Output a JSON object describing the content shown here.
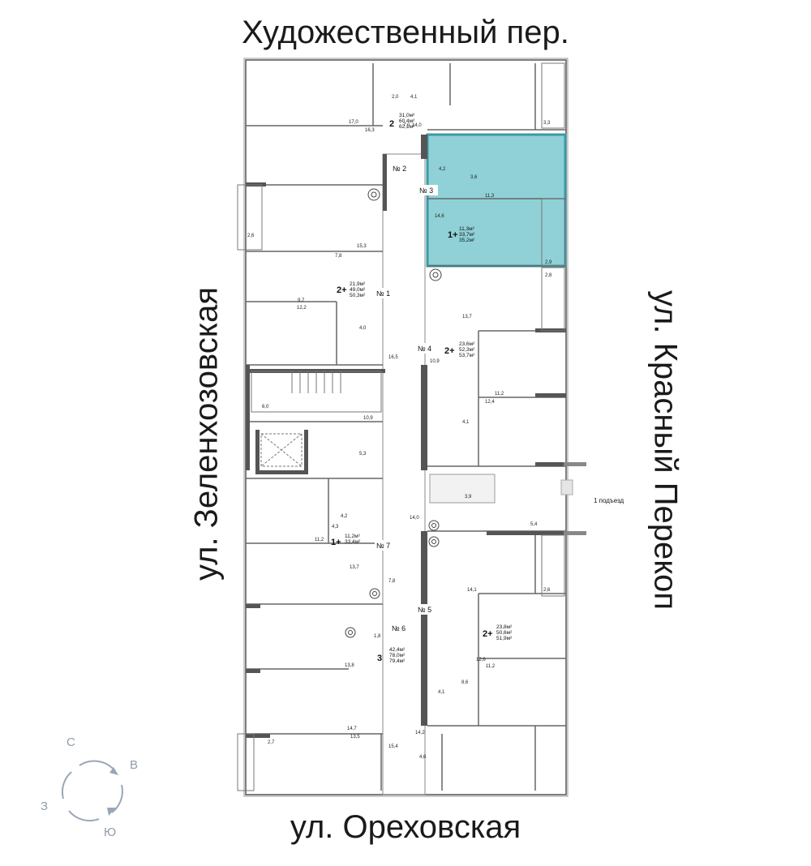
{
  "streets": {
    "top": "Художественный пер.",
    "bottom": "ул. Ореховская",
    "left": "ул. Зеленхозовская",
    "right": "ул. Красный Перекоп"
  },
  "entrance_label": "1 подъезд",
  "highlight_color": "#8fd1d6",
  "apartments": [
    {
      "id": "apt-2",
      "number": "№ 2",
      "rooms": "2",
      "areas": [
        "31,0м²",
        "60,4м²",
        "62,1м²"
      ]
    },
    {
      "id": "apt-3",
      "number": "№ 3",
      "rooms": "1+",
      "areas": [
        "11,3м²",
        "33,7м²",
        "35,2м²"
      ],
      "highlighted": true
    },
    {
      "id": "apt-1",
      "number": "№ 1",
      "rooms": "2+",
      "areas": [
        "21,9м²",
        "49,0м²",
        "50,3м²"
      ]
    },
    {
      "id": "apt-4",
      "number": "№ 4",
      "rooms": "2+",
      "areas": [
        "23,6м²",
        "52,3м²",
        "53,7м²"
      ]
    },
    {
      "id": "apt-7",
      "number": "№ 7",
      "rooms": "1+",
      "areas": [
        "11,2м²",
        "33,4м²",
        ""
      ]
    },
    {
      "id": "apt-5",
      "number": "№ 5",
      "rooms": "2+",
      "areas": [
        "23,8м²",
        "50,6м²",
        "51,9м²"
      ]
    },
    {
      "id": "apt-6",
      "number": "№ 6",
      "rooms": "3",
      "areas": [
        "42,4м²",
        "78,0м²",
        "79,4м²"
      ]
    }
  ],
  "room_labels": [
    "2,0",
    "4,1",
    "17,0",
    "16,3",
    "7,0",
    "14,0",
    "3,3",
    "4,2",
    "3,6",
    "11,3",
    "14,6",
    "2,9",
    "2,6",
    "15,3",
    "7,8",
    "9,7",
    "12,2",
    "4,0",
    "2,8",
    "13,7",
    "16,5",
    "10,9",
    "11,2",
    "12,4",
    "4,1",
    "6,0",
    "10,9",
    "5,3",
    "3,9",
    "4,2",
    "4,3",
    "14,0",
    "5,4",
    "11,2",
    "13,7",
    "7,8",
    "14,1",
    "2,6",
    "1,8",
    "13,8",
    "12,6",
    "11,2",
    "8,6",
    "4,1",
    "14,7",
    "13,5",
    "14,2",
    "2,7",
    "15,4",
    "4,6"
  ],
  "compass": {
    "n": "С",
    "e": "В",
    "s": "Ю",
    "w": "З"
  }
}
